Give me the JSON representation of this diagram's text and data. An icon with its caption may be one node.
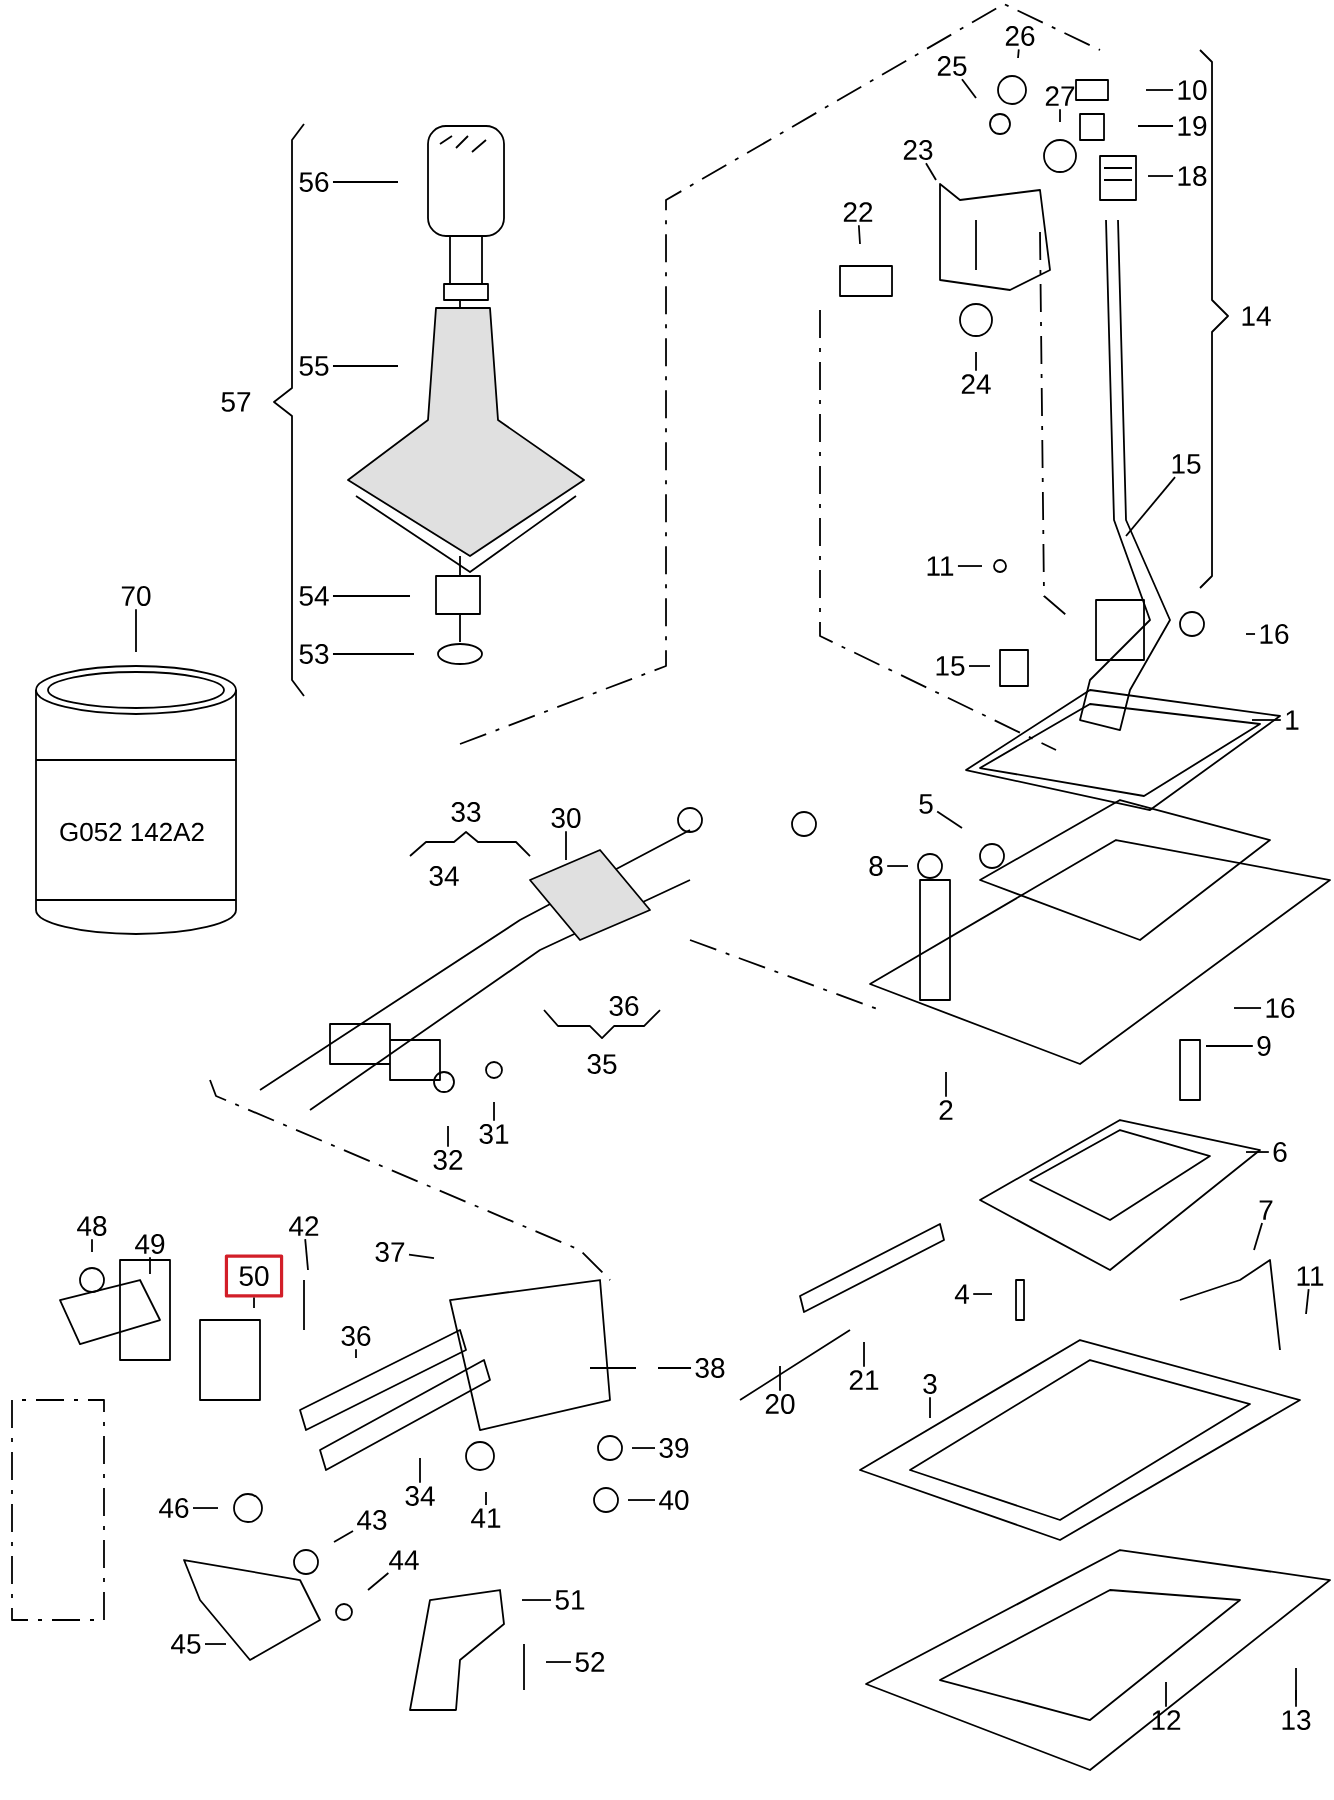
{
  "diagram": {
    "nodes": [
      {
        "text": [
          "56"
        ]
      },
      {
        "text": [
          "55"
        ]
      },
      {
        "text": [
          "57"
        ]
      },
      {
        "text": [
          "54"
        ]
      },
      {
        "text": [
          "53"
        ]
      },
      {
        "text": [
          "70"
        ]
      },
      {
        "text": [
          "26"
        ]
      },
      {
        "text": [
          "25"
        ]
      },
      {
        "text": [
          "27"
        ]
      },
      {
        "text": [
          "23"
        ]
      },
      {
        "text": [
          "22"
        ]
      },
      {
        "text": [
          "24"
        ]
      },
      {
        "text": [
          "10"
        ]
      },
      {
        "text": [
          "19"
        ]
      },
      {
        "text": [
          "18"
        ]
      },
      {
        "text": [
          "14"
        ]
      },
      {
        "text": [
          "15"
        ]
      },
      {
        "text": [
          "11"
        ]
      },
      {
        "text": [
          "16"
        ]
      },
      {
        "text": [
          "15"
        ]
      },
      {
        "text": [
          "1"
        ]
      },
      {
        "text": [
          "5"
        ]
      },
      {
        "text": [
          "8"
        ]
      },
      {
        "text": [
          "2"
        ]
      },
      {
        "text": [
          "16"
        ]
      },
      {
        "text": [
          "9"
        ]
      },
      {
        "text": [
          "6"
        ]
      },
      {
        "text": [
          "7"
        ]
      },
      {
        "text": [
          "11"
        ]
      },
      {
        "text": [
          "4"
        ]
      },
      {
        "text": [
          "21"
        ]
      },
      {
        "text": [
          "20"
        ]
      },
      {
        "text": [
          "3"
        ]
      },
      {
        "text": [
          "12"
        ]
      },
      {
        "text": [
          "13"
        ]
      },
      {
        "text": [
          "33"
        ]
      },
      {
        "text": [
          "30"
        ]
      },
      {
        "text": [
          "34"
        ]
      },
      {
        "text": [
          "36"
        ]
      },
      {
        "text": [
          "35"
        ]
      },
      {
        "text": [
          "32"
        ]
      },
      {
        "text": [
          "31"
        ]
      },
      {
        "text": [
          "48"
        ]
      },
      {
        "text": [
          "49"
        ]
      },
      {
        "text": [
          "50"
        ]
      },
      {
        "text": [
          "42"
        ]
      },
      {
        "text": [
          "37"
        ]
      },
      {
        "text": [
          "36"
        ]
      },
      {
        "text": [
          "38"
        ]
      },
      {
        "text": [
          "39"
        ]
      },
      {
        "text": [
          "40"
        ]
      },
      {
        "text": [
          "34"
        ]
      },
      {
        "text": [
          "41"
        ]
      },
      {
        "text": [
          "43"
        ]
      },
      {
        "text": [
          "44"
        ]
      },
      {
        "text": [
          "46"
        ]
      },
      {
        "text": [
          "45"
        ]
      },
      {
        "text": [
          "51"
        ]
      },
      {
        "text": [
          "52"
        ]
      }
    ],
    "edges": [
      {
        "from": 0,
        "to": null,
        "arrow": "none"
      },
      {
        "from": 1,
        "to": null,
        "arrow": "none"
      },
      {
        "from": 3,
        "to": null,
        "arrow": "none"
      },
      {
        "from": 4,
        "to": null,
        "arrow": "none"
      },
      {
        "from": 5,
        "to": null,
        "arrow": "none"
      },
      {
        "from": 6,
        "to": null,
        "arrow": "none"
      },
      {
        "from": 7,
        "to": null,
        "arrow": "none"
      },
      {
        "from": 8,
        "to": null,
        "arrow": "none"
      },
      {
        "from": 9,
        "to": null,
        "arrow": "none"
      },
      {
        "from": 10,
        "to": null,
        "arrow": "none"
      },
      {
        "from": 11,
        "to": null,
        "arrow": "none"
      },
      {
        "from": 12,
        "to": null,
        "arrow": "none"
      },
      {
        "from": 13,
        "to": null,
        "arrow": "none"
      },
      {
        "from": 14,
        "to": null,
        "arrow": "none"
      },
      {
        "from": 16,
        "to": null,
        "arrow": "none"
      },
      {
        "from": 17,
        "to": null,
        "arrow": "none"
      },
      {
        "from": 18,
        "to": null,
        "arrow": "none"
      },
      {
        "from": 19,
        "to": null,
        "arrow": "none"
      },
      {
        "from": 20,
        "to": null,
        "arrow": "none"
      },
      {
        "from": 21,
        "to": null,
        "arrow": "none"
      },
      {
        "from": 22,
        "to": null,
        "arrow": "none"
      },
      {
        "from": 23,
        "to": null,
        "arrow": "none"
      },
      {
        "from": 24,
        "to": null,
        "arrow": "none"
      },
      {
        "from": 25,
        "to": null,
        "arrow": "none"
      },
      {
        "from": 26,
        "to": null,
        "arrow": "none"
      },
      {
        "from": 27,
        "to": null,
        "arrow": "none"
      },
      {
        "from": 28,
        "to": null,
        "arrow": "none"
      },
      {
        "from": 29,
        "to": null,
        "arrow": "none"
      },
      {
        "from": 30,
        "to": null,
        "arrow": "none"
      },
      {
        "from": 31,
        "to": null,
        "arrow": "none"
      },
      {
        "from": 32,
        "to": null,
        "arrow": "none"
      },
      {
        "from": 33,
        "to": null,
        "arrow": "none"
      },
      {
        "from": 34,
        "to": null,
        "arrow": "none"
      },
      {
        "from": 36,
        "to": null,
        "arrow": "none"
      },
      {
        "from": 40,
        "to": null,
        "arrow": "none"
      },
      {
        "from": 41,
        "to": null,
        "arrow": "none"
      },
      {
        "from": 42,
        "to": null,
        "arrow": "none"
      },
      {
        "from": 43,
        "to": null,
        "arrow": "none"
      },
      {
        "from": 44,
        "to": null,
        "arrow": "none"
      },
      {
        "from": 45,
        "to": null,
        "arrow": "none"
      },
      {
        "from": 46,
        "to": null,
        "arrow": "none"
      },
      {
        "from": 47,
        "to": null,
        "arrow": "none"
      },
      {
        "from": 48,
        "to": null,
        "arrow": "none"
      },
      {
        "from": 49,
        "to": null,
        "arrow": "none"
      },
      {
        "from": 50,
        "to": null,
        "arrow": "none"
      },
      {
        "from": 51,
        "to": null,
        "arrow": "none"
      },
      {
        "from": 52,
        "to": null,
        "arrow": "none"
      },
      {
        "from": 53,
        "to": null,
        "arrow": "none"
      },
      {
        "from": 54,
        "to": null,
        "arrow": "none"
      },
      {
        "from": 55,
        "to": null,
        "arrow": "none"
      },
      {
        "from": 56,
        "to": null,
        "arrow": "none"
      },
      {
        "from": 57,
        "to": null,
        "arrow": "none"
      },
      {
        "from": 58,
        "to": null,
        "arrow": "none"
      }
    ],
    "labels": [
      "G052 142A2"
    ]
  }
}
